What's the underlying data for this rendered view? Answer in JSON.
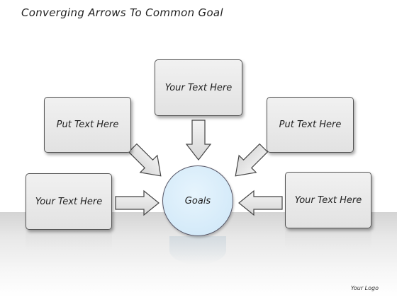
{
  "title": "Converging Arrows To Common Goal",
  "diagram": {
    "boxes": {
      "top": "Your Text Here",
      "upper_left": "Put Text Here",
      "upper_right": "Put Text Here",
      "lower_left": "Your Text Here",
      "lower_right": "Your Text Here"
    },
    "center": "Goals"
  },
  "footer": {
    "logo_text": "Your Logo"
  },
  "colors": {
    "box_fill": "#e6e6e6",
    "box_border": "#555555",
    "goal_fill": "#d6ecfa",
    "arrow_fill": "#e0e0e0"
  }
}
